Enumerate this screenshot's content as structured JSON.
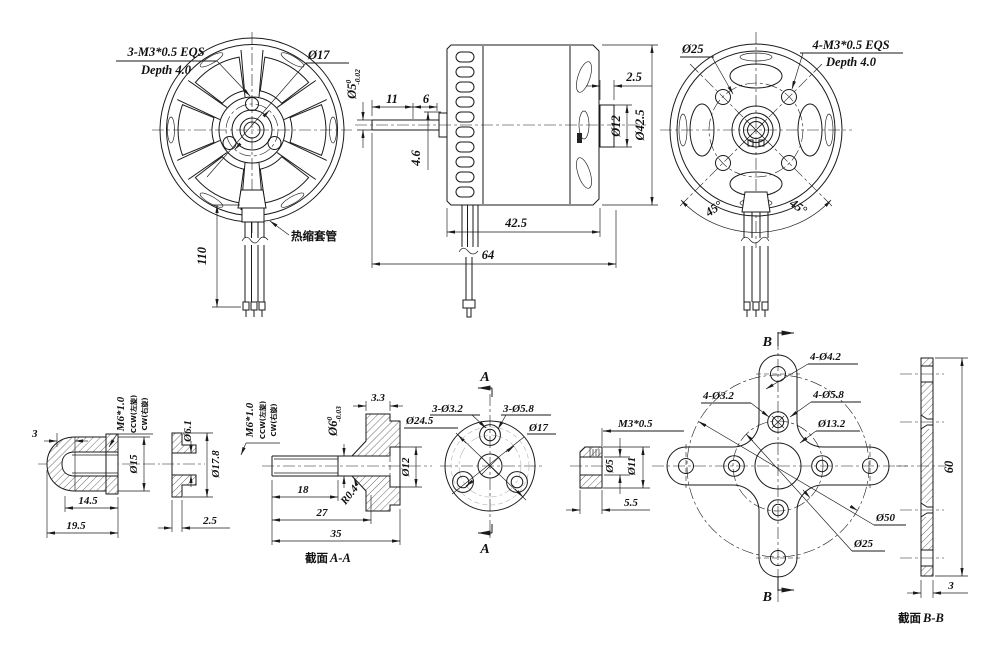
{
  "front_view": {
    "screw_note_top": "3-M3*0.5 EQS",
    "screw_note_bottom": "Depth 4.0",
    "bolt_circle": "Ø17",
    "lead_length": "110",
    "heat_shrink": "热缩套管"
  },
  "side_view": {
    "shaft_dia": "Ø5",
    "shaft_tol_hi": "0",
    "shaft_tol_lo": "-0.02",
    "dim_11": "11",
    "dim_6": "6",
    "dim_4_6": "4.6",
    "dim_2_5": "2.5",
    "boss_dia": "Ø12",
    "body_dia": "Ø42.5",
    "body_len": "42.5",
    "total_len": "64"
  },
  "rear_view": {
    "bolt_circle": "Ø25",
    "screw_note_top": "4-M3*0.5 EQS",
    "screw_note_bottom": "Depth 4.0",
    "angle_l": "45°",
    "angle_r": "45°"
  },
  "prop_nut": {
    "dim_3": "3",
    "thread": "M6*1.0",
    "ccw": "CCW(左旋)",
    "cw": "CW(右旋)",
    "dia_15": "Ø15",
    "dim_14_5": "14.5",
    "dim_19_5": "19.5"
  },
  "washer": {
    "dia_6_1": "Ø6.1",
    "dia_17_8": "Ø17.8",
    "dim_2_5": "2.5"
  },
  "shaft": {
    "thread": "M6*1.0",
    "ccw": "CCW(左旋)",
    "cw": "CW(右旋)",
    "dia_6": "Ø6",
    "tol_hi": "0",
    "tol_lo": "-0.03",
    "dim_3_3": "3.3",
    "dia_24_5": "Ø24.5",
    "dia_12": "Ø12",
    "dim_18": "18",
    "dim_27": "27",
    "dim_35": "35",
    "fillet": "R0.4",
    "caption_cn": "截面",
    "caption_id": "A-A"
  },
  "flange": {
    "holes_a": "3-Ø3.2",
    "holes_b": "3-Ø5.8",
    "bolt_circle": "Ø17",
    "mark": "A"
  },
  "m3_nut": {
    "thread": "M3*0.5",
    "dia_5": "Ø5",
    "dia_11": "Ø11",
    "dim_5_5": "5.5"
  },
  "mount": {
    "holes_arm": "4-Ø4.2",
    "holes_a": "4-Ø3.2",
    "holes_b": "4-Ø5.8",
    "hub_dia": "Ø13.2",
    "bc_outer": "Ø50",
    "bc_inner": "Ø25",
    "mark": "B"
  },
  "mount_section": {
    "dim_60": "60",
    "dim_3": "3",
    "caption_cn": "截面",
    "caption_id": "B-B"
  },
  "colors": {
    "line": "#1a1a1a",
    "construction": "#b3b3b3",
    "background": "#ffffff"
  }
}
